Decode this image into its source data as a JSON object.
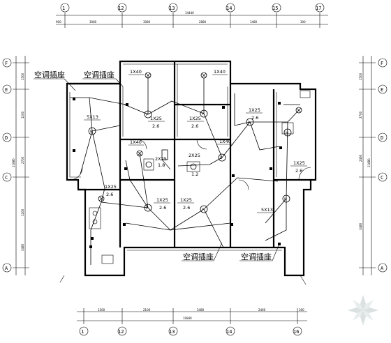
{
  "axes_top": [
    "1",
    "12",
    "13",
    "14",
    "15",
    "17"
  ],
  "axes_bottom": [
    "1",
    "12",
    "13",
    "14",
    "16"
  ],
  "axes_left": [
    "F",
    "E",
    "D",
    "C",
    "A"
  ],
  "axes_right": [
    "F",
    "E",
    "D",
    "C",
    "A"
  ],
  "dimensions": {
    "top_overall": "14440",
    "top_segments": [
      "900",
      "3080",
      "3080",
      "2880",
      "1480",
      "300"
    ],
    "bottom_overall": "10840",
    "bottom_segments": [
      "1500",
      "2100",
      "3480",
      "2460",
      "300"
    ],
    "left_overall": "11880",
    "left_segments": [
      "1500",
      "1200",
      "2700",
      "1200",
      "3480"
    ],
    "right_overall": "11880",
    "right_segments": [
      "1500",
      "2700",
      "2460",
      "3480"
    ]
  },
  "labels": {
    "ac_socket": "空调插座",
    "cable_1x40": "1X40",
    "cable_5x13": "5X13",
    "cable_1x25": "1X25",
    "cable_2x25": "2X25",
    "rating_26": "2.6",
    "rating_18": "1.8",
    "rating_12": "1.2"
  },
  "fixture_symbols": {
    "lamp": "P",
    "fan": "M",
    "panel": "D"
  }
}
